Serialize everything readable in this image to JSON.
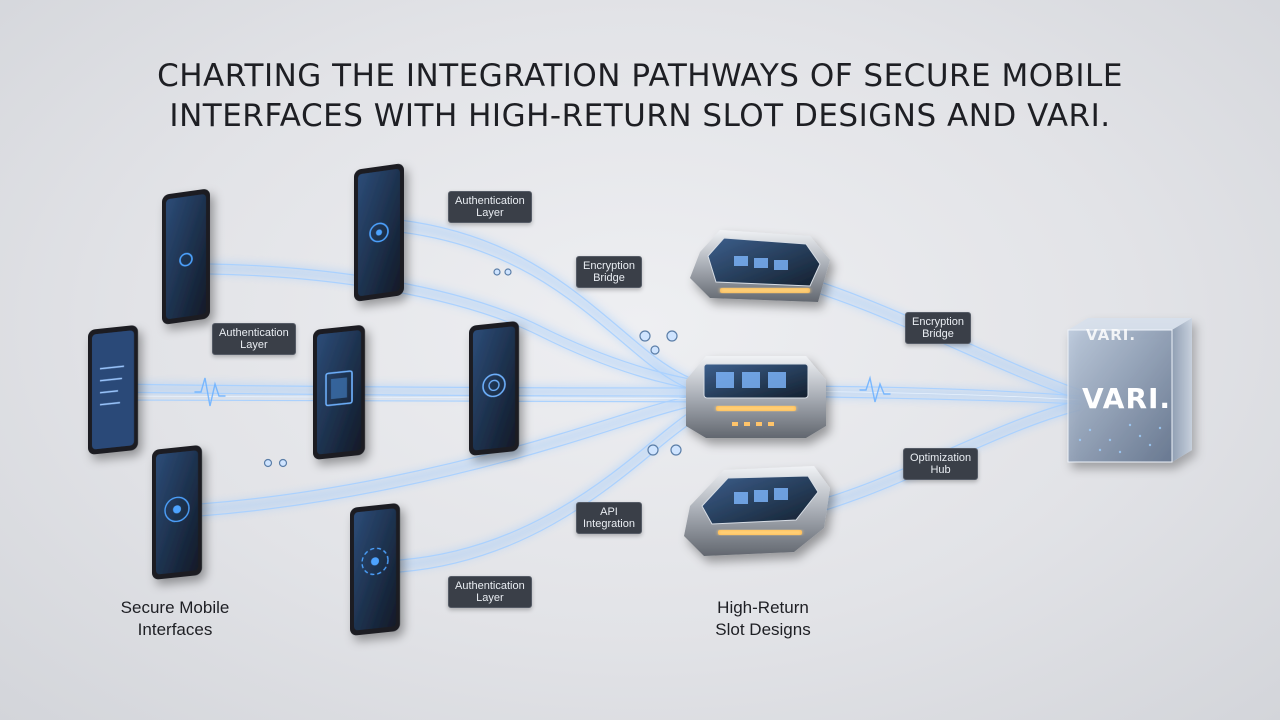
{
  "title": {
    "line1": "CHARTING THE INTEGRATION PATHWAYS OF SECURE MOBILE",
    "line2": "INTERFACES WITH HIGH-RETURN SLOT DESIGNS AND VARI."
  },
  "tags": {
    "auth_top": {
      "line1": "Authentication",
      "line2": "Layer"
    },
    "enc_top": {
      "line1": "Encryption",
      "line2": "Bridge"
    },
    "auth_mid": {
      "line1": "Authentication",
      "line2": "Layer"
    },
    "enc_right": {
      "line1": "Encryption",
      "line2": "Bridge"
    },
    "opt_hub": {
      "line1": "Optimization",
      "line2": "Hub"
    },
    "api": {
      "line1": "API",
      "line2": "Integration"
    },
    "auth_bottom": {
      "line1": "Authentication",
      "line2": "Layer"
    }
  },
  "groups": {
    "mobile": {
      "line1": "Secure Mobile",
      "line2": "Interfaces"
    },
    "slots": {
      "line1": "High-Return",
      "line2": "Slot Designs"
    }
  },
  "cube": {
    "front": "VARI.",
    "top": "VARI."
  },
  "colors": {
    "flow": "#8fc3ff",
    "flow_core": "#eaf4ff",
    "phone_body": "#1b1e24",
    "screen": "#1f3552",
    "glow": "#ffb347",
    "tag_bg": "#3a3f48"
  }
}
